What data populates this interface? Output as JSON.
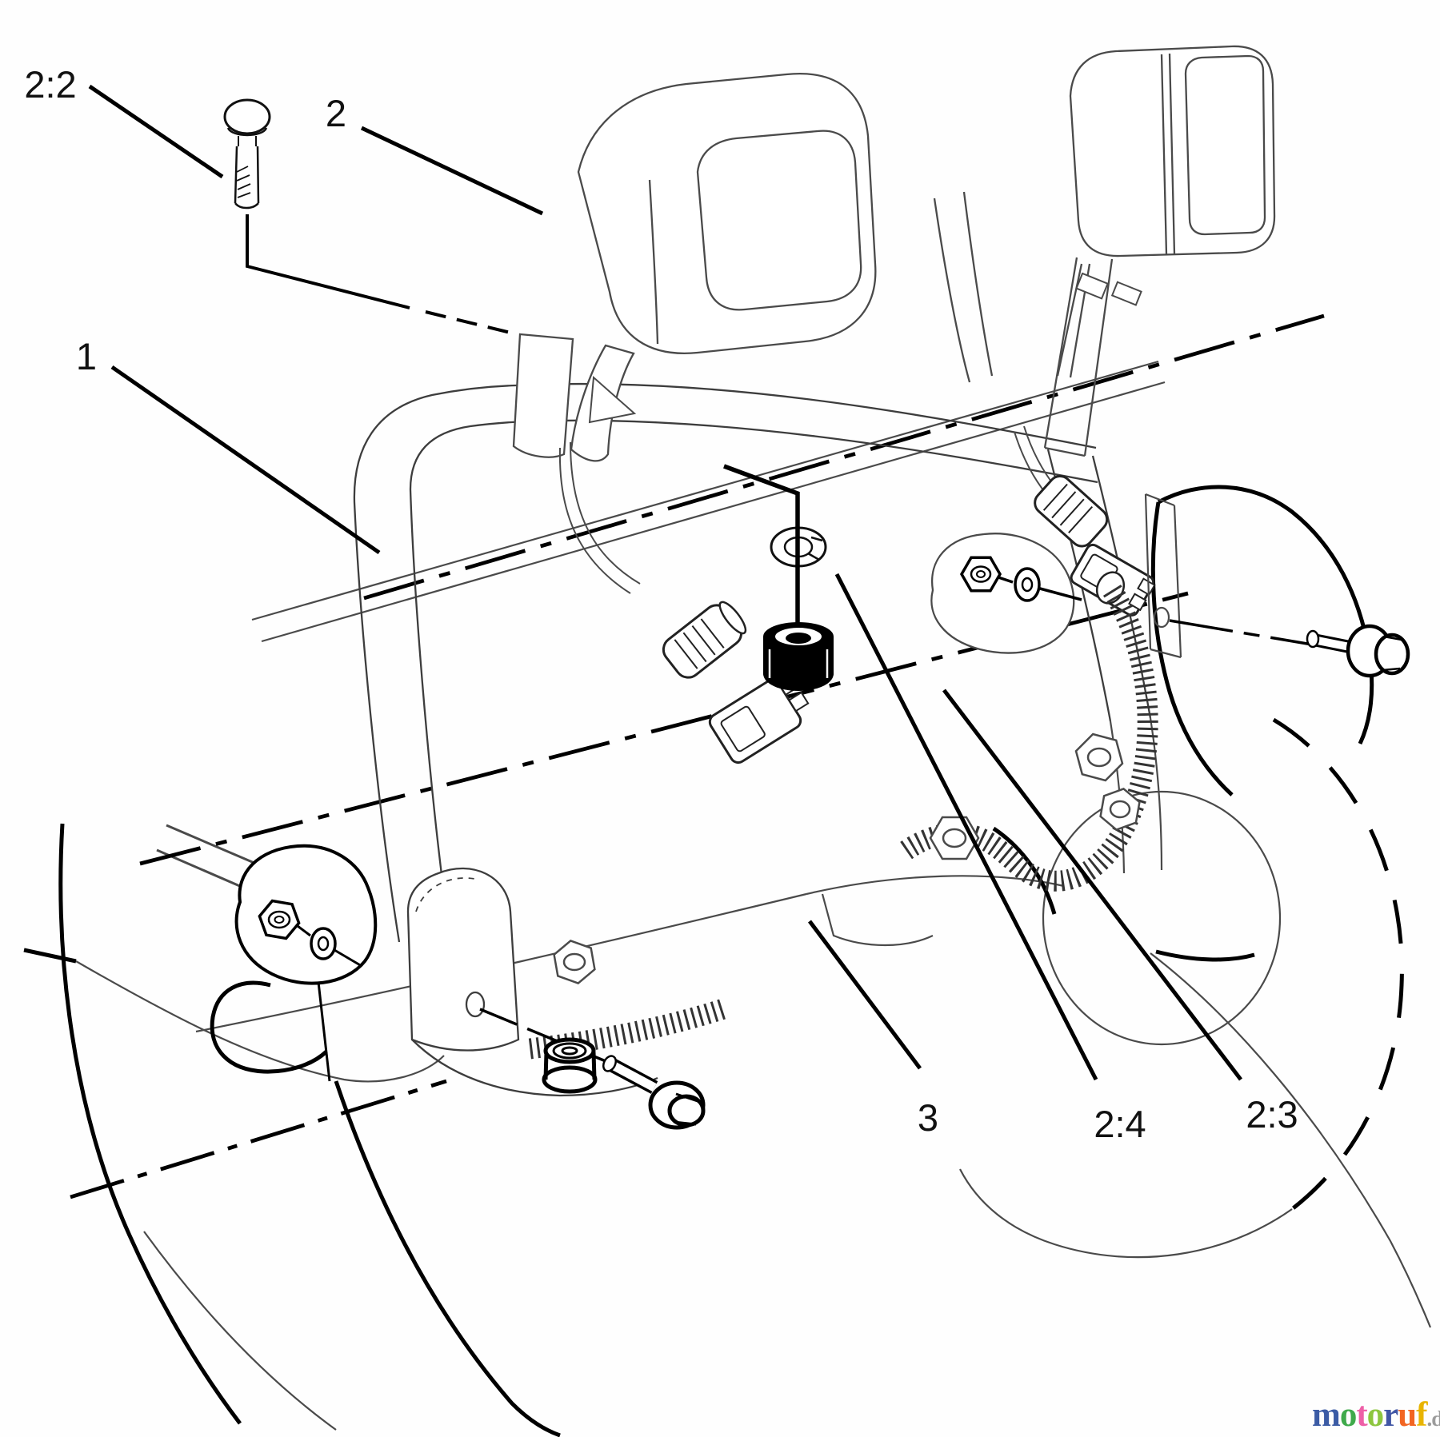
{
  "callouts": {
    "c22": {
      "label": "2:2"
    },
    "c2": {
      "label": "2"
    },
    "c1": {
      "label": "1"
    },
    "c3": {
      "label": "3"
    },
    "c24": {
      "label": "2:4"
    },
    "c23": {
      "label": "2:3"
    }
  },
  "watermark": {
    "letters": [
      {
        "char": "m",
        "color": "#3b5ba5"
      },
      {
        "char": "o",
        "color": "#3faa4b"
      },
      {
        "char": "t",
        "color": "#ee5fa7"
      },
      {
        "char": "o",
        "color": "#8dc63f"
      },
      {
        "char": "r",
        "color": "#4156a5"
      },
      {
        "char": "u",
        "color": "#f26522"
      },
      {
        "char": "f",
        "color": "#e8b400"
      }
    ],
    "suffix": ".de",
    "suffix_color": "#9b9b9b"
  }
}
